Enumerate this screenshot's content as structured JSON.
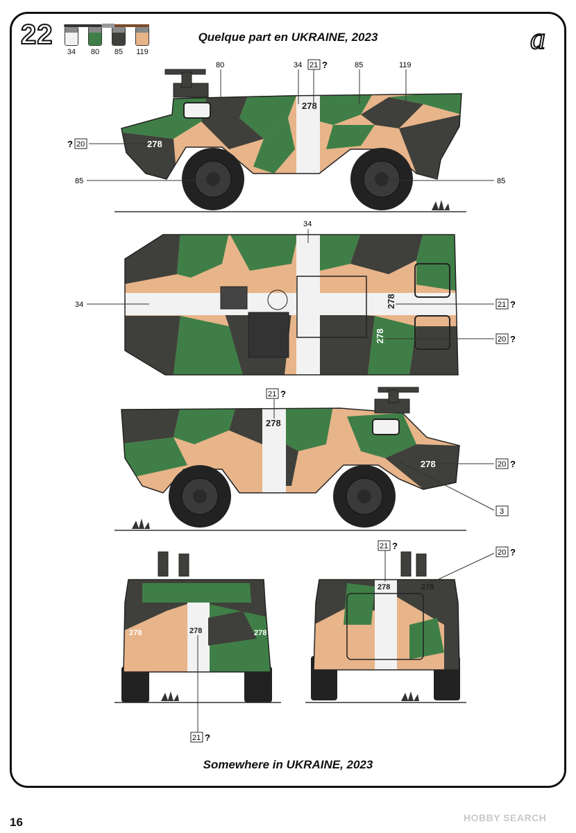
{
  "header": {
    "step_number": "22",
    "variant_letter": "a",
    "title_fr": "Quelque part en UKRAINE, 2023",
    "title_en": "Somewhere in UKRAINE, 2023"
  },
  "paints": [
    {
      "code": "34",
      "color": "#f2f2f2"
    },
    {
      "code": "80",
      "color": "#3f7f47"
    },
    {
      "code": "85",
      "color": "#3f403b"
    },
    {
      "code": "119",
      "color": "#e8b48a"
    }
  ],
  "colors": {
    "camo_green": "#3f7f47",
    "camo_dark": "#3f403b",
    "camo_tan": "#e8b48a",
    "white_band": "#f2f2f2",
    "tire": "#222222"
  },
  "callouts": {
    "side1_80": "80",
    "side1_34": "34",
    "side1_21": "21",
    "side1_85_top": "85",
    "side1_119": "119",
    "side1_20": "20",
    "side1_85_left": "85",
    "side1_85_right": "85",
    "top_34_top": "34",
    "top_34_left": "34",
    "top_21": "21",
    "top_20": "20",
    "side2_21": "21",
    "side2_20": "20",
    "side2_3": "3",
    "rear_21": "21",
    "rear_20": "20",
    "front_21": "21",
    "question": "?"
  },
  "markings": {
    "vehicle_number": "278"
  },
  "footer": {
    "page_number": "16",
    "watermark": "HOBBY SEARCH"
  }
}
